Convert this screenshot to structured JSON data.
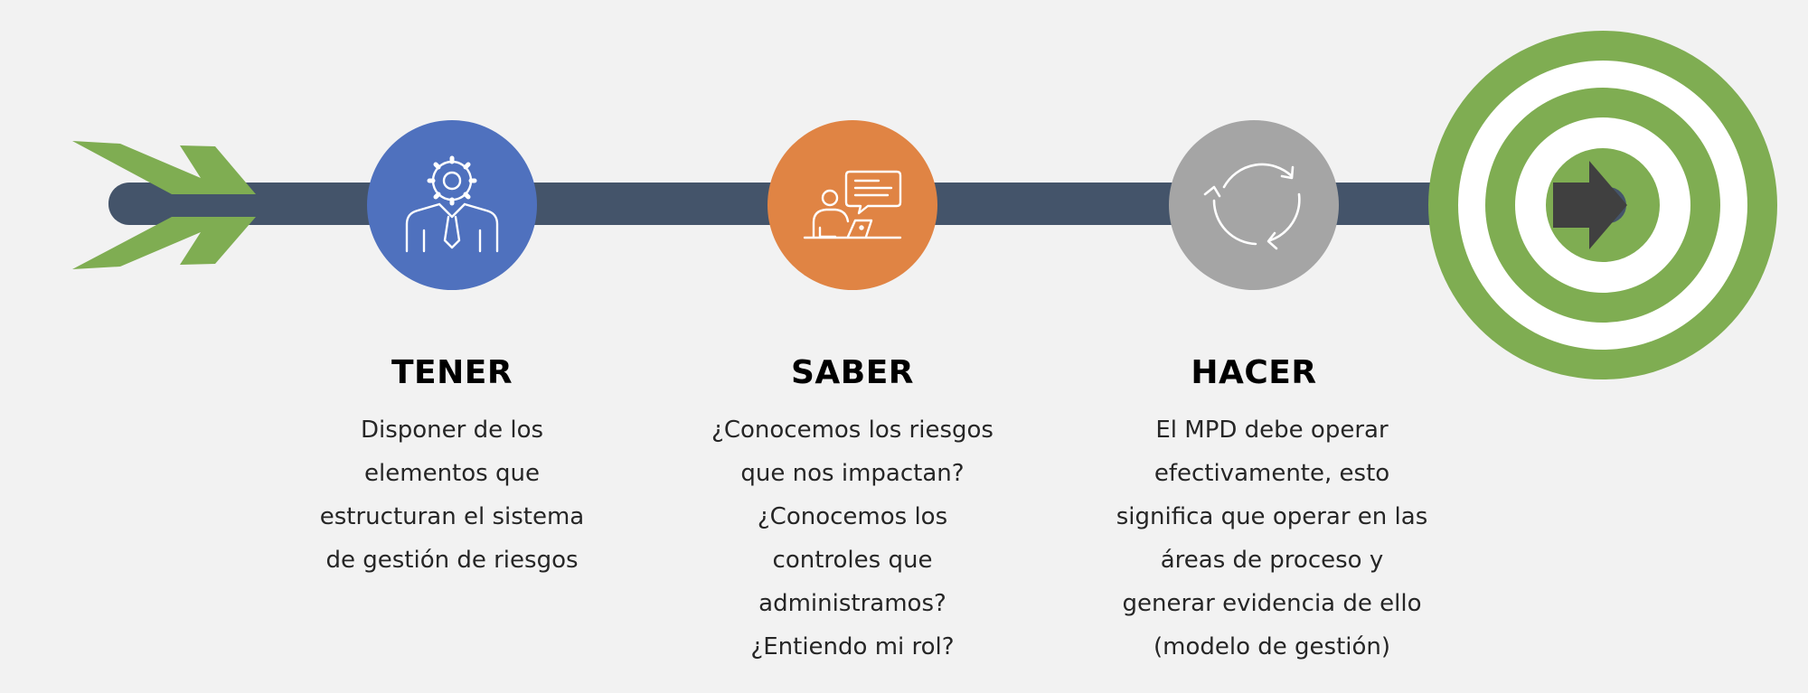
{
  "colors": {
    "background": "#f2f2f2",
    "shaft": "#44546a",
    "fletching": "#7fad52",
    "target_ring": "#7fad52",
    "target_gap": "#ffffff",
    "arrow_head": "#404040",
    "tener": "#4f71be",
    "saber": "#e08444",
    "hacer": "#a5a5a5"
  },
  "steps": [
    {
      "id": "tener",
      "title": "TENER",
      "icon": "person-gear-icon",
      "lines": [
        "Disponer de los",
        "elementos que",
        "estructuran el sistema",
        "de gestión de riesgos"
      ]
    },
    {
      "id": "saber",
      "title": "SABER",
      "icon": "person-laptop-chat-icon",
      "lines": [
        "¿Conocemos los riesgos",
        "que nos impactan?",
        "¿Conocemos los",
        "controles que",
        "administramos?",
        "¿Entiendo mi rol?"
      ]
    },
    {
      "id": "hacer",
      "title": "HACER",
      "icon": "refresh-cycle-icon",
      "lines": [
        "El MPD debe operar",
        "efectivamente, esto",
        "significa que operar en las",
        "áreas de proceso y",
        "generar evidencia de ello",
        "(modelo de gestión)"
      ]
    }
  ],
  "target": {
    "icon": "bullseye-target-icon"
  }
}
